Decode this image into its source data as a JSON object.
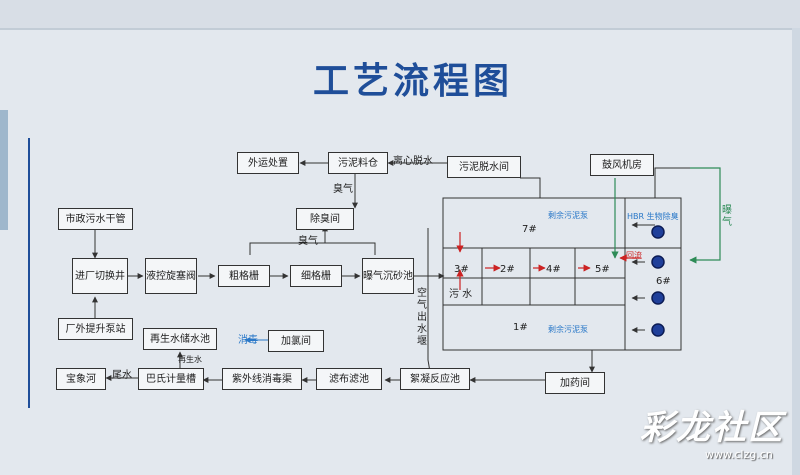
{
  "title": "工艺流程图",
  "boxes": {
    "waiyun": "外运处置",
    "wuniliaocang": "污泥料仓",
    "wunituoshui": "污泥脱水间",
    "gufeng": "鼓风机房",
    "chuchou": "除臭间",
    "shizheng": "市政污水干管",
    "jinchang": "进厂切换井",
    "yekong": "液控旋塞阀",
    "cugeshan": "粗格栅",
    "xigeshan": "细格栅",
    "baoqi": "曝气沉砂池",
    "changwai": "厂外提升泵站",
    "zaisheng": "再生水储水池",
    "jialv": "加氯间",
    "baoxiang": "宝象河",
    "bashi": "巴氏计量槽",
    "ziwaixian": "紫外线消毒渠",
    "lvbu": "滤布滤池",
    "xuning": "絮凝反应池",
    "jiayao": "加药间"
  },
  "labels": {
    "lixin": "离心脱水",
    "chouqi1": "臭气",
    "chouqi2": "臭气",
    "xiaodu": "消毒",
    "zaishengshui": "再生水",
    "weishui": "尾水",
    "kongqi": "空气出水堰",
    "baoqi_v": "曝气",
    "wushui": "污  水",
    "huiliu": "回流",
    "hbr": "HBR 生物除臭",
    "shengyu1": "剩余污泥泵",
    "shengyu2": "剩余污泥泵",
    "c7": "7#",
    "c3": "3#",
    "c2": "2#",
    "c4": "4#",
    "c5": "5#",
    "c6": "6#",
    "c1": "1#"
  },
  "watermark": "彩龙社区",
  "watermark_url": "www.clzg.cn",
  "colors": {
    "title": "#1f4e99",
    "flow": "#333333",
    "air": "#2e8b57",
    "disinfect": "#2a78c8",
    "arrow_red": "#cc2222"
  }
}
